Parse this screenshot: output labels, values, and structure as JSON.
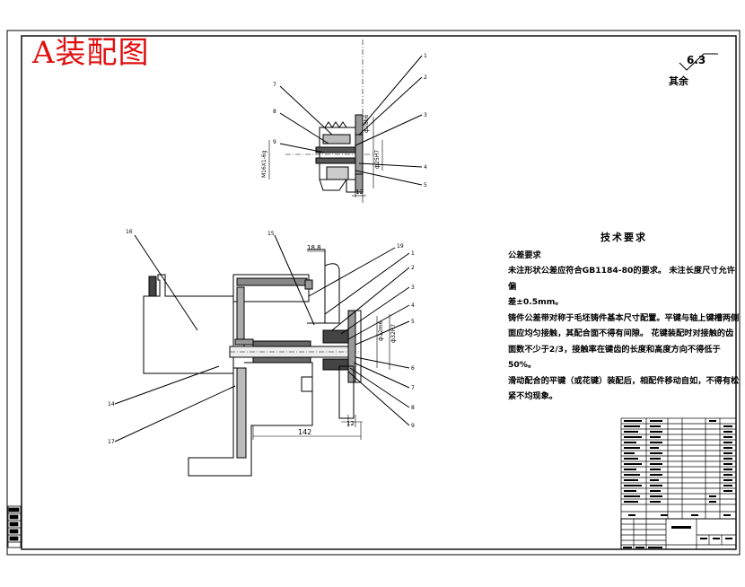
{
  "stamp": {
    "text": "A装配图",
    "color": "#e01010"
  },
  "roughness": {
    "value": "6.3",
    "label": "其余"
  },
  "requirements": {
    "title": "技术要求",
    "heading": "公差要求",
    "lines": [
      "未注形状公差应符合GB1184-80的要求。 未注长度尺寸允许偏",
      "差±0.5mm。",
      "铸件公差带对称于毛坯铸件基本尺寸配置。平键与轴上键槽两侧",
      "面应均匀接触，其配合面不得有间隙。 花键装配时对接触的齿",
      "面数不少于2/3，接触率在键齿的长度和高度方向不得低于",
      "50%。",
      "滑动配合的平键（或花键）装配后，相配件移动自如，不得有松",
      "紧不均现象。"
    ]
  },
  "dimensions": {
    "d142": "142",
    "d12a": "12",
    "d12b": "12",
    "d18_8": "18.8"
  }
}
